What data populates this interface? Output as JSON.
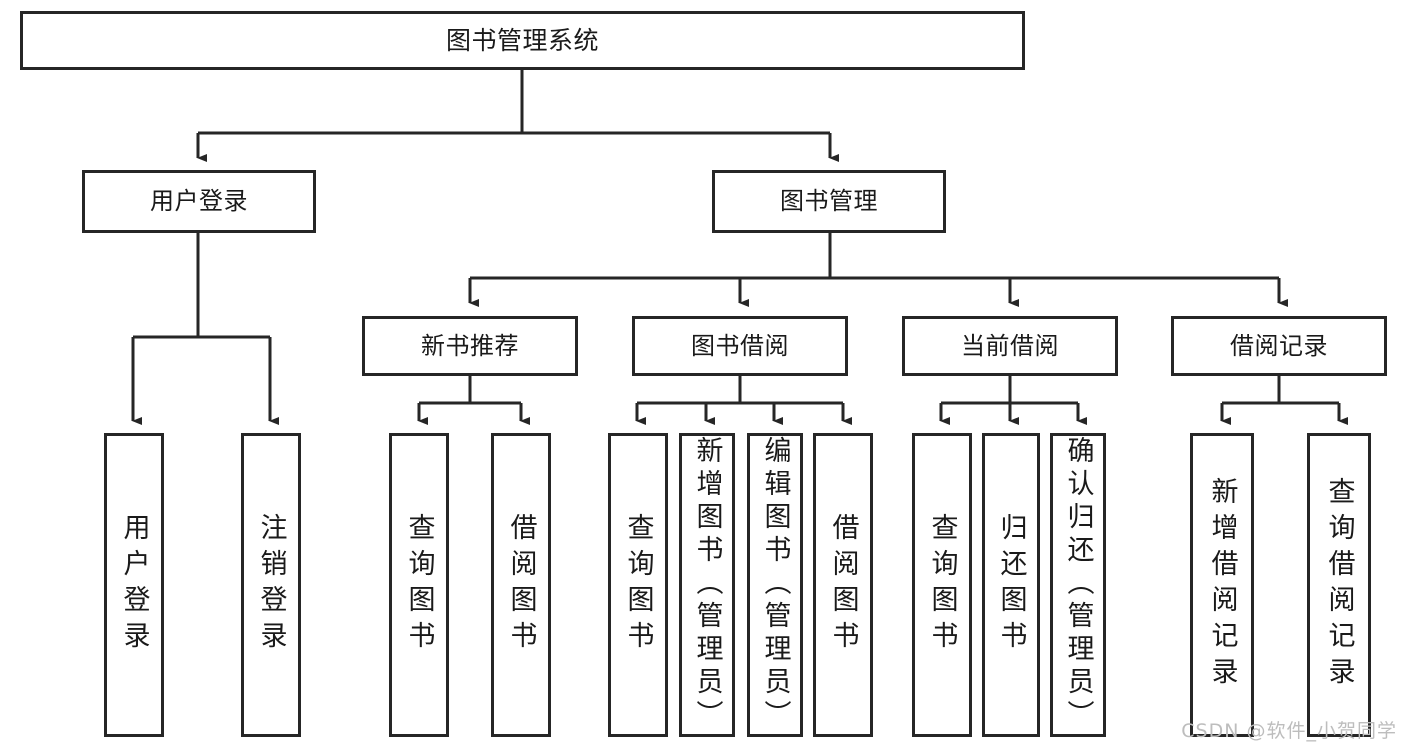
{
  "diagram": {
    "title": "图书管理系统",
    "type": "functional-structure-tree",
    "root": {
      "label": "图书管理系统"
    },
    "level2": [
      {
        "label": "用户登录"
      },
      {
        "label": "图书管理"
      }
    ],
    "level3": [
      {
        "label": "新书推荐"
      },
      {
        "label": "图书借阅"
      },
      {
        "label": "当前借阅"
      },
      {
        "label": "借阅记录"
      }
    ],
    "leaves": {
      "user_login": [
        {
          "label": "用户登录"
        },
        {
          "label": "注销登录"
        }
      ],
      "new_book": [
        {
          "label": "查询图书"
        },
        {
          "label": "借阅图书"
        }
      ],
      "book_borrow": [
        {
          "label": "查询图书"
        },
        {
          "label": "新增图书（管理员）"
        },
        {
          "label": "编辑图书（管理员）"
        },
        {
          "label": "借阅图书"
        }
      ],
      "current_borrow": [
        {
          "label": "查询图书"
        },
        {
          "label": "归还图书"
        },
        {
          "label": "确认归还（管理员）"
        }
      ],
      "borrow_record": [
        {
          "label": "新增借阅记录"
        },
        {
          "label": "查询借阅记录"
        }
      ]
    }
  },
  "watermark": {
    "text": "CSDN @软件_小贺同学"
  },
  "colors": {
    "stroke": "#262626",
    "fill": "#ffffff",
    "text": "#1a1a1a",
    "watermark": "#bdbdbd"
  }
}
